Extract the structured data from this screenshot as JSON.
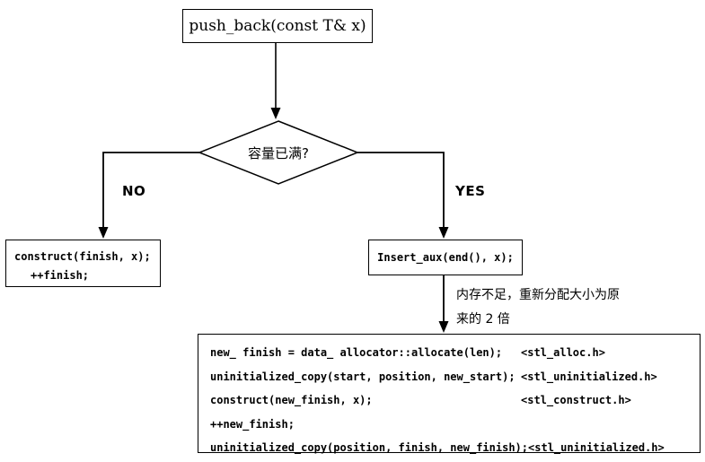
{
  "flowchart": {
    "title_node": {
      "label": "push_back(const T& x)"
    },
    "decision_node": {
      "label": "容量已满?"
    },
    "branches": {
      "no": "NO",
      "yes": "YES"
    },
    "no_node": {
      "lines": [
        "construct(finish, x);",
        "++finish;"
      ]
    },
    "yes_node": {
      "label": "Insert_aux(end(), x);"
    },
    "annotation": {
      "lines": [
        "内存不足，重新分配大小为原",
        "来的 2 倍"
      ]
    },
    "code_node": {
      "lines": [
        {
          "code": "new_ finish = data_ allocator::allocate(len);",
          "header": "<stl_alloc.h>"
        },
        {
          "code": "uninitialized_copy(start, position, new_start);",
          "header": "<stl_uninitialized.h>"
        },
        {
          "code": "construct(new_finish, x);",
          "header": "<stl_construct.h>"
        },
        {
          "code": "++new_finish;",
          "header": ""
        },
        {
          "code": "uninitialized_copy(position, finish, new_finish);",
          "header": "<stl_uninitialized.h>"
        }
      ]
    },
    "colors": {
      "line": "#000000",
      "background": "#ffffff",
      "text": "#000000"
    }
  }
}
